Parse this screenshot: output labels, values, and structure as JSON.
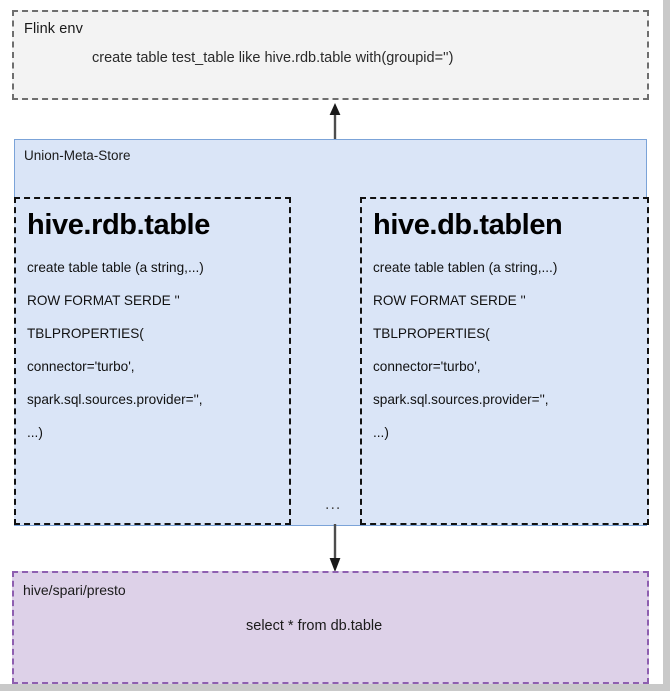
{
  "diagram": {
    "producer": {
      "title": "Flink env",
      "statement": "create table test_table like hive.rdb.table with(groupid='')"
    },
    "store": {
      "title": "Union-Meta-Store",
      "ellipsis": "...",
      "tables": [
        {
          "name": "hive.rdb.table",
          "lines": [
            "create table table (a string,...)",
            "ROW FORMAT SERDE ''",
            "TBLPROPERTIES(",
            "connector='turbo',",
            "spark.sql.sources.provider='',",
            "...)"
          ]
        },
        {
          "name": "hive.db.tablen",
          "lines": [
            "create table tablen (a string,...)",
            "ROW FORMAT SERDE ''",
            "TBLPROPERTIES(",
            "connector='turbo',",
            "spark.sql.sources.provider='',",
            "...)"
          ]
        }
      ]
    },
    "consumer": {
      "title": "hive/spari/presto",
      "statement": "select * from db.table"
    },
    "arrows": {
      "up": "arrow-up-to-flink-env",
      "down": "arrow-down-to-query-engines"
    },
    "colors": {
      "producer_fill": "#f3f3f3",
      "producer_border": "#6e6e6e",
      "store_fill": "#dae5f7",
      "store_border": "#7ba3d8",
      "table_border": "#111111",
      "consumer_fill": "#ddd1e8",
      "consumer_border": "#8e5fb0"
    }
  }
}
